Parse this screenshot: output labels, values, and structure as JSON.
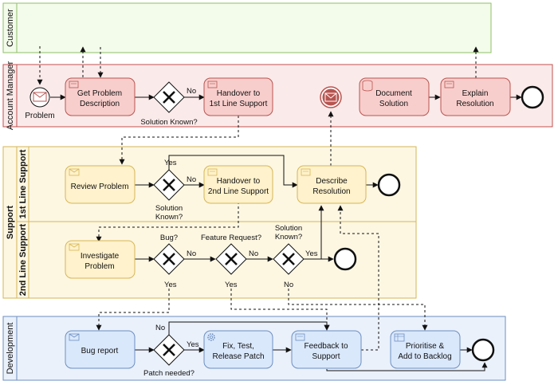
{
  "pools": {
    "customer": {
      "label": "Customer",
      "fill": "#f3fbea",
      "stroke": "#8fbf6a"
    },
    "account_manager": {
      "label": "Account Manager",
      "fill": "#fbeaea",
      "stroke": "#c0504d"
    },
    "support": {
      "label": "Support",
      "fill": "#fdf7e2",
      "stroke": "#d6b656"
    },
    "development": {
      "label": "Development",
      "fill": "#eaf1fb",
      "stroke": "#6c8ebf"
    }
  },
  "lanes": {
    "first_line": {
      "label": "1st Line Support"
    },
    "second_line": {
      "label": "2nd Line Support"
    }
  },
  "tasks": {
    "get_problem": {
      "line1": "Get Problem",
      "line2": "Description"
    },
    "handover_1st": {
      "line1": "Handover to",
      "line2": "1st Line Support"
    },
    "document_solution": {
      "line1": "Document",
      "line2": "Solution"
    },
    "explain_resolution": {
      "line1": "Explain",
      "line2": "Resolution"
    },
    "review_problem": {
      "line1": "Review Problem"
    },
    "handover_2nd": {
      "line1": "Handover to",
      "line2": "2nd Line Support"
    },
    "describe_resolution": {
      "line1": "Describe",
      "line2": "Resolution"
    },
    "investigate_problem": {
      "line1": "Investigate",
      "line2": "Problem"
    },
    "bug_report": {
      "line1": "Bug report"
    },
    "fix_test": {
      "line1": "Fix, Test,",
      "line2": "Release Patch"
    },
    "feedback_support": {
      "line1": "Feedback to",
      "line2": "Support"
    },
    "prioritise": {
      "line1": "Prioritise &",
      "line2": "Add to Backlog"
    }
  },
  "events": {
    "problem_start": {
      "label": "Problem"
    }
  },
  "gateways": {
    "solution_known_am": {
      "line1": "Solution Known?"
    },
    "solution_known_1st": {
      "line1": "Solution",
      "line2": "Known?"
    },
    "bug": {
      "line1": "Bug?"
    },
    "feature_request": {
      "line1": "Feature Request?"
    },
    "solution_known_2nd": {
      "line1": "Solution",
      "line2": "Known?"
    },
    "patch_needed": {
      "line1": "Patch needed?"
    }
  },
  "edge_labels": {
    "am_no": "No",
    "first_yes": "Yes",
    "first_no": "No",
    "bug_no": "No",
    "bug_yes": "Yes",
    "feature_no": "No",
    "feature_yes": "Yes",
    "sk2_yes": "Yes",
    "sk2_no": "No",
    "patch_no": "No",
    "patch_yes": "Yes"
  },
  "colors": {
    "task_red_fill": "#f8cecc",
    "task_red_stroke": "#b85450",
    "task_yellow_fill": "#fff2cc",
    "task_yellow_stroke": "#d6b656",
    "task_blue_fill": "#dae8fc",
    "task_blue_stroke": "#6c8ebf",
    "message_event": "#b85450"
  }
}
